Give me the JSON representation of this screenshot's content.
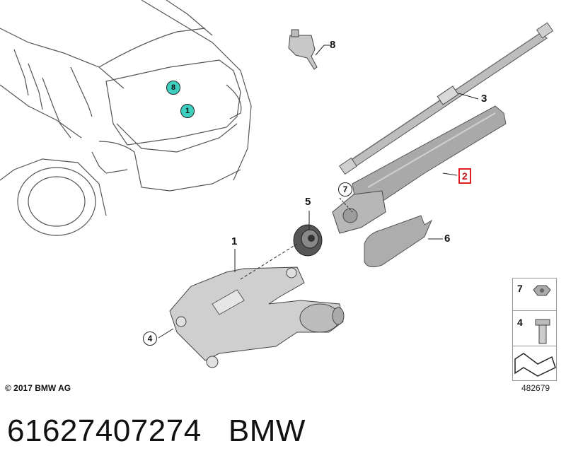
{
  "callouts": {
    "car_8": "8",
    "car_1": "1",
    "part_8": "8",
    "part_3": "3",
    "part_2": "2",
    "part_7": "7",
    "part_5": "5",
    "part_6": "6",
    "part_1": "1",
    "part_4": "4"
  },
  "legend": {
    "item_7": "7",
    "item_4": "4"
  },
  "copyright": "© 2017 BMW AG",
  "diagram_number": "482679",
  "caption": {
    "part_number": "61627407274",
    "brand": "BMW"
  },
  "colors": {
    "teal_marker": "#3fcfc0",
    "highlight_box": "#e02020",
    "part_gray": "#9a9a9a"
  }
}
